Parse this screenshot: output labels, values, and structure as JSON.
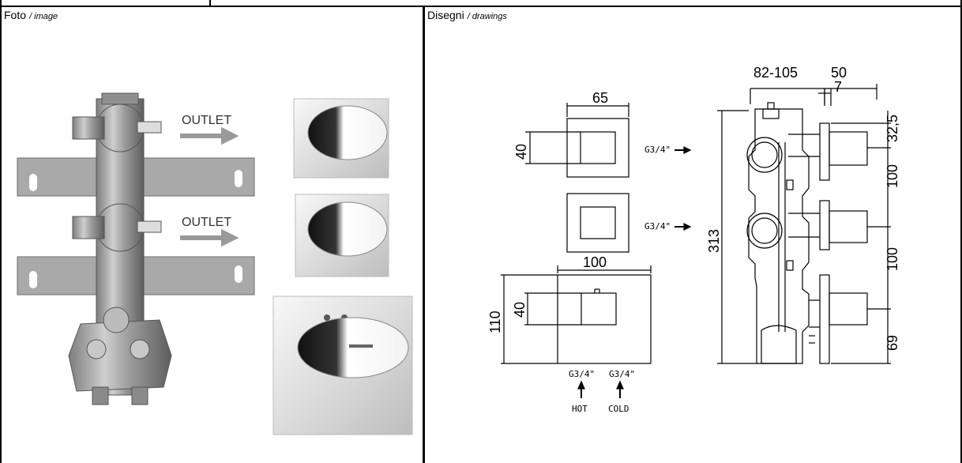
{
  "photo_panel": {
    "title": "Foto",
    "subtitle": "/ image",
    "labels": [
      "OUTLET",
      "OUTLET"
    ]
  },
  "drawings_panel": {
    "title": "Disegni",
    "subtitle": "/ drawings",
    "dimensions": {
      "plate_small_width": "65",
      "plate_small_height": "40",
      "plate_large_width": "100",
      "plate_large_height": "110",
      "plate_large_knob_height": "40",
      "side_depth": "82-105",
      "side_cover": "50",
      "side_plate": "7",
      "side_top": "32,5",
      "side_spacing_1": "100",
      "side_spacing_2": "100",
      "side_bottom": "69",
      "side_total": "313"
    },
    "connections": {
      "outlet_1": "G3/4\"",
      "outlet_2": "G3/4\"",
      "inlet_hot": "G3/4\"",
      "inlet_cold": "G3/4\"",
      "hot_label": "HOT",
      "cold_label": "COLD"
    }
  }
}
